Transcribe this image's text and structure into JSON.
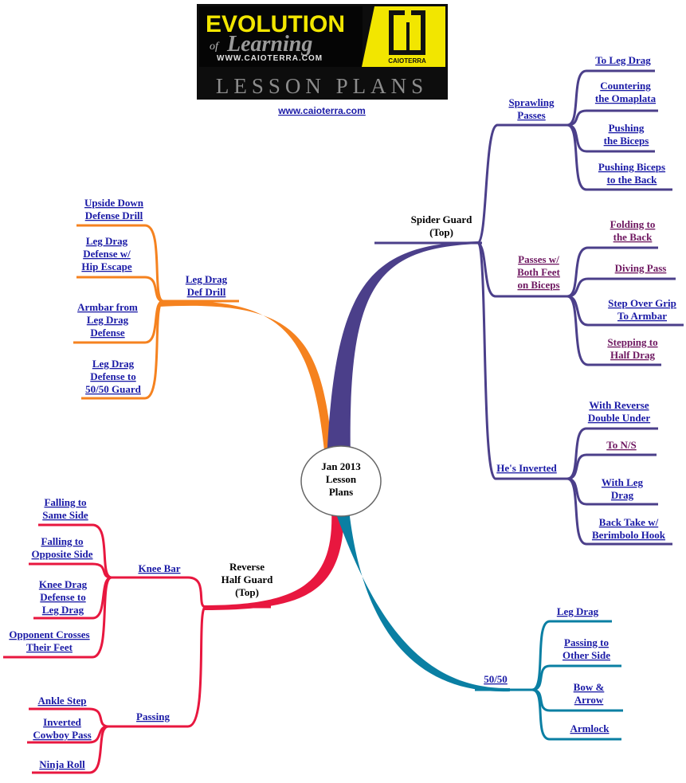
{
  "banner": {
    "brand_line1": "EVOLUTION",
    "brand_of": "of",
    "brand_line2": "Learning",
    "brand_url": "WWW.CAIOTERRA.COM",
    "badge_label": "CAIOTERRA",
    "subtitle": "LESSON PLANS"
  },
  "site_link": "www.caioterra.com",
  "center": {
    "line1": "Jan 2013",
    "line2": "Lesson",
    "line3": "Plans"
  },
  "branches": {
    "spider": {
      "label1": "Spider Guard",
      "label2": "(Top)",
      "sprawling": {
        "label1": "Sprawling",
        "label2": "Passes",
        "items": [
          {
            "l1": "To Leg Drag",
            "l2": ""
          },
          {
            "l1": "Countering",
            "l2": "the Omaplata"
          },
          {
            "l1": "Pushing",
            "l2": "the Biceps"
          },
          {
            "l1": "Pushing Biceps",
            "l2": "to the Back"
          }
        ]
      },
      "both_feet": {
        "label1": "Passes w/",
        "label2": "Both Feet",
        "label3": "on Biceps",
        "items": [
          {
            "l1": "Folding to",
            "l2": "the Back"
          },
          {
            "l1": "Diving Pass",
            "l2": ""
          },
          {
            "l1": "Step Over Grip",
            "l2": "To Armbar"
          },
          {
            "l1": "Stepping to",
            "l2": "Half Drag"
          }
        ]
      },
      "inverted": {
        "label1": "He's Inverted",
        "items": [
          {
            "l1": "With Reverse",
            "l2": "Double Under"
          },
          {
            "l1": "To N/S",
            "l2": ""
          },
          {
            "l1": "With Leg",
            "l2": "Drag"
          },
          {
            "l1": "Back Take w/",
            "l2": "Berimbolo Hook"
          }
        ]
      }
    },
    "fifty": {
      "label1": "50/50",
      "items": [
        {
          "l1": "Leg Drag",
          "l2": ""
        },
        {
          "l1": "Passing to",
          "l2": "Other Side"
        },
        {
          "l1": "Bow &",
          "l2": "Arrow"
        },
        {
          "l1": "Armlock",
          "l2": ""
        }
      ]
    },
    "legdrag": {
      "label1": "Leg Drag",
      "label2": "Def Drill",
      "items": [
        {
          "l1": "Upside Down",
          "l2": "Defense Drill",
          "l3": ""
        },
        {
          "l1": "Leg Drag",
          "l2": "Defense w/",
          "l3": "Hip Escape"
        },
        {
          "l1": "Armbar from",
          "l2": "Leg Drag",
          "l3": "Defense"
        },
        {
          "l1": "Leg Drag",
          "l2": "Defense to",
          "l3": "50/50 Guard"
        }
      ]
    },
    "reverse": {
      "label1": "Reverse",
      "label2": "Half Guard",
      "label3": "(Top)",
      "kneebar": {
        "label1": "Knee Bar",
        "items": [
          {
            "l1": "Falling to",
            "l2": "Same Side",
            "l3": ""
          },
          {
            "l1": "Falling to",
            "l2": "Opposite Side",
            "l3": ""
          },
          {
            "l1": "Knee Drag",
            "l2": "Defense to",
            "l3": "Leg Drag"
          },
          {
            "l1": "Opponent Crosses",
            "l2": "Their Feet",
            "l3": ""
          }
        ]
      },
      "passing": {
        "label1": "Passing",
        "items": [
          {
            "l1": "Ankle Step",
            "l2": ""
          },
          {
            "l1": "Inverted",
            "l2": "Cowboy Pass"
          },
          {
            "l1": "Ninja Roll",
            "l2": ""
          }
        ]
      }
    }
  },
  "colors": {
    "purple": "#4b3f8a",
    "orange": "#f5821f",
    "red": "#e8173f",
    "teal": "#0a7fa3",
    "link": "#1a1aa6",
    "visited": "#6e1760",
    "banner_bg": "#0d0d0d",
    "badge_yellow": "#f2e600"
  }
}
